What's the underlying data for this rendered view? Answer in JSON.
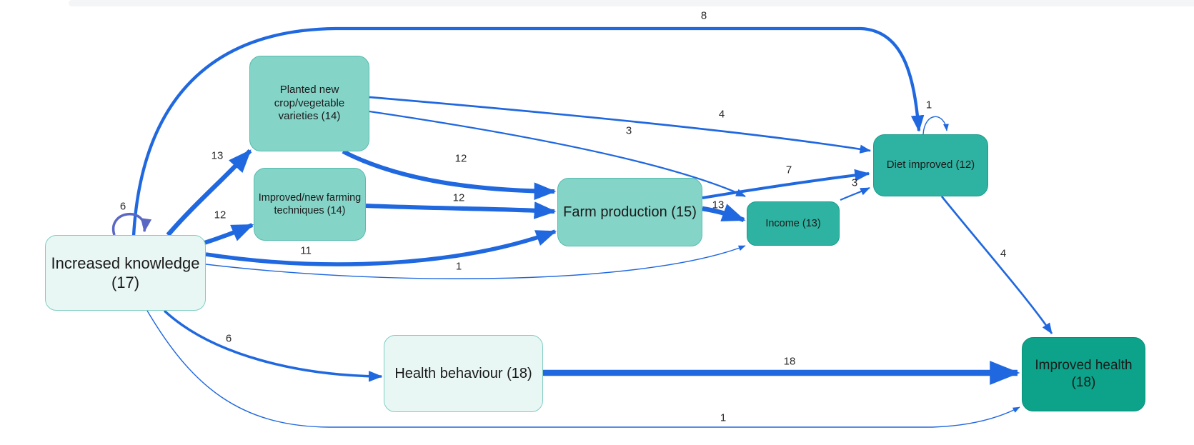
{
  "colors": {
    "edge_blue": "#2068df",
    "self_loop_purple": "#5a68c4",
    "light_fill": "#e8f7f4",
    "light_border": "#7fcdc3",
    "medium_fill": "#85d4c8",
    "medium_border": "#54bcae",
    "dark_fill": "#2eb3a2",
    "dark_border": "#1b9c8c",
    "darkest_fill": "#0ca38a",
    "darkest_border": "#089079",
    "label_color": "#2b2b2b"
  },
  "nodes": [
    {
      "id": "increased-knowledge",
      "label": "Increased knowledge (17)",
      "tier": "light"
    },
    {
      "id": "planted-new-varieties",
      "label": "Planted new crop/vegetable varieties (14)",
      "tier": "medium"
    },
    {
      "id": "farming-techniques",
      "label": "Improved/new farming techniques (14)",
      "tier": "medium"
    },
    {
      "id": "farm-production",
      "label": "Farm production (15)",
      "tier": "medium"
    },
    {
      "id": "income",
      "label": "Income (13)",
      "tier": "dark"
    },
    {
      "id": "diet-improved",
      "label": "Diet improved (12)",
      "tier": "dark"
    },
    {
      "id": "health-behaviour",
      "label": "Health behaviour (18)",
      "tier": "light"
    },
    {
      "id": "improved-health",
      "label": "Improved health (18)",
      "tier": "darkest"
    }
  ],
  "edges": [
    {
      "from": "increased-knowledge",
      "to": "diet-improved",
      "weight": 8
    },
    {
      "from": "increased-knowledge",
      "to": "increased-knowledge",
      "weight": 6,
      "color": "#5a68c4"
    },
    {
      "from": "increased-knowledge",
      "to": "planted-new-varieties",
      "weight": 13
    },
    {
      "from": "increased-knowledge",
      "to": "farming-techniques",
      "weight": 12
    },
    {
      "from": "increased-knowledge",
      "to": "farm-production",
      "weight": 11
    },
    {
      "from": "increased-knowledge",
      "to": "income",
      "weight": 1
    },
    {
      "from": "increased-knowledge",
      "to": "health-behaviour",
      "weight": 6
    },
    {
      "from": "increased-knowledge",
      "to": "improved-health",
      "weight": 1
    },
    {
      "from": "planted-new-varieties",
      "to": "diet-improved",
      "weight": 4
    },
    {
      "from": "planted-new-varieties",
      "to": "income",
      "weight": 3
    },
    {
      "from": "planted-new-varieties",
      "to": "farm-production",
      "weight": 12
    },
    {
      "from": "farming-techniques",
      "to": "farm-production",
      "weight": 12
    },
    {
      "from": "farm-production",
      "to": "diet-improved",
      "weight": 7
    },
    {
      "from": "farm-production",
      "to": "income",
      "weight": 13
    },
    {
      "from": "income",
      "to": "diet-improved",
      "weight": 3
    },
    {
      "from": "diet-improved",
      "to": "diet-improved",
      "weight": 1
    },
    {
      "from": "diet-improved",
      "to": "improved-health",
      "weight": 4
    },
    {
      "from": "health-behaviour",
      "to": "improved-health",
      "weight": 18
    }
  ]
}
